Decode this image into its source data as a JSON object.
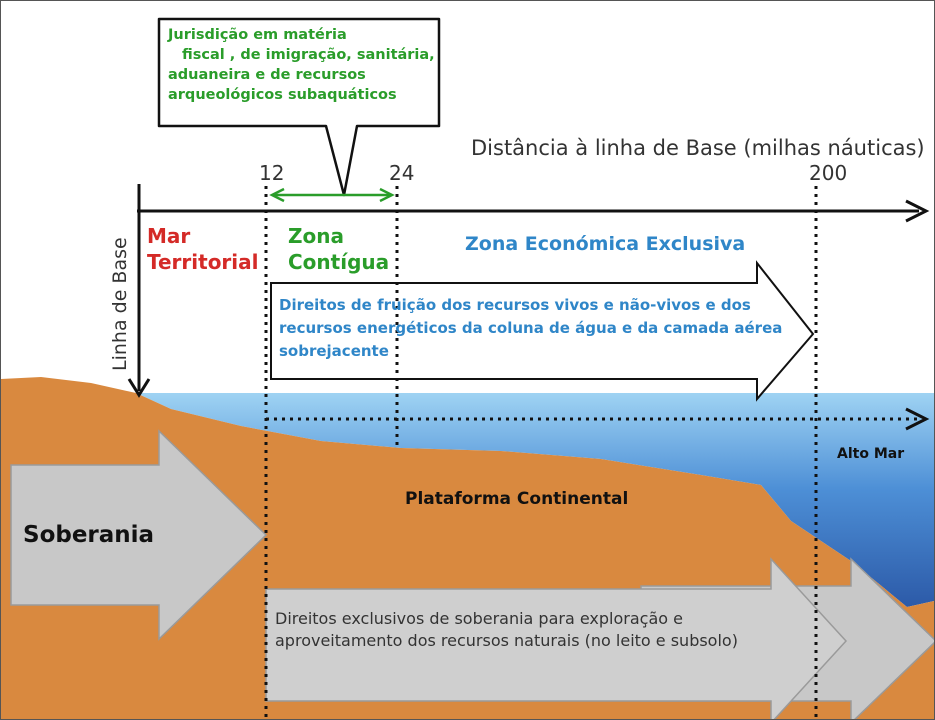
{
  "callout": {
    "lines": [
      "Jurisdição em matéria",
      "fiscal ,  de imigração, sanitária,",
      "aduaneira e de recursos",
      "arqueológicos subaquáticos"
    ]
  },
  "axis": {
    "title": "Distância à linha de Base (milhas náuticas)",
    "ticks": [
      "12",
      "24",
      "200"
    ]
  },
  "baseline_label": "Linha de Base",
  "zones": {
    "territorial": [
      "Mar",
      "Territorial"
    ],
    "contigua": [
      "Zona",
      "Contígua"
    ],
    "eez_title": "Zona Económica Exclusiva",
    "eez_text": "Direitos de fruição dos recursos vivos e não-vivos e dos recursos energéticos da coluna de água e da camada aérea sobrejacente"
  },
  "alto_mar": "Alto Mar",
  "plataforma": "Plataforma Continental",
  "soberania": "Soberania",
  "direitos": "Direitos exclusivos de soberania para exploração e aproveitamento dos recursos naturais (no leito e subsolo)",
  "colors": {
    "land": "#d9893f",
    "sea_top": "#8fc9ee",
    "sea_deep": "#2c5aa8",
    "arrow_gray": "#c8c8c8",
    "territorial_red": "#d42a27",
    "contigua_green": "#2a9d2a",
    "eez_blue": "#2f86c8"
  }
}
